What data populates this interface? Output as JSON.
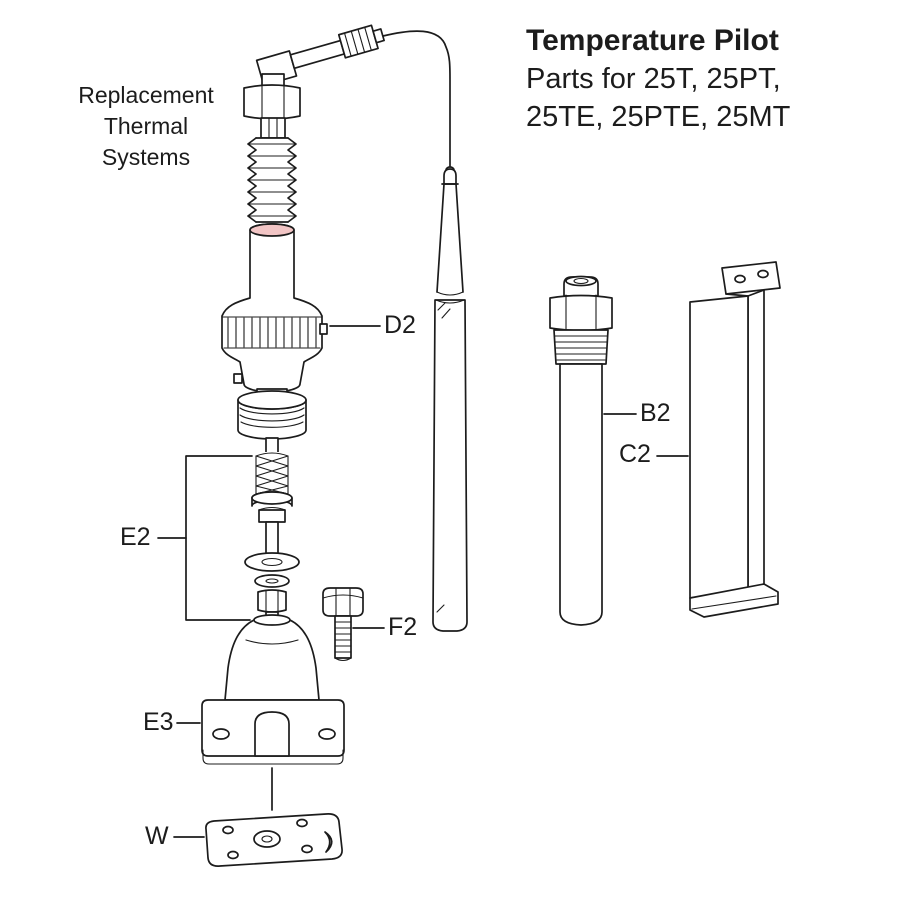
{
  "title": {
    "heading": "Temperature Pilot",
    "subtitle_line1": "Parts for 25T, 25PT,",
    "subtitle_line2": "25TE, 25PTE, 25MT"
  },
  "callout": {
    "line1": "Replacement",
    "line2": "Thermal",
    "line3": "Systems"
  },
  "labels": {
    "d2": "D2",
    "e2": "E2",
    "f2": "F2",
    "e3": "E3",
    "w": "W",
    "b2": "B2",
    "c2": "C2"
  },
  "colors": {
    "highlight": "#f2c5c5",
    "line": "#1c1c1c",
    "background": "#ffffff"
  }
}
